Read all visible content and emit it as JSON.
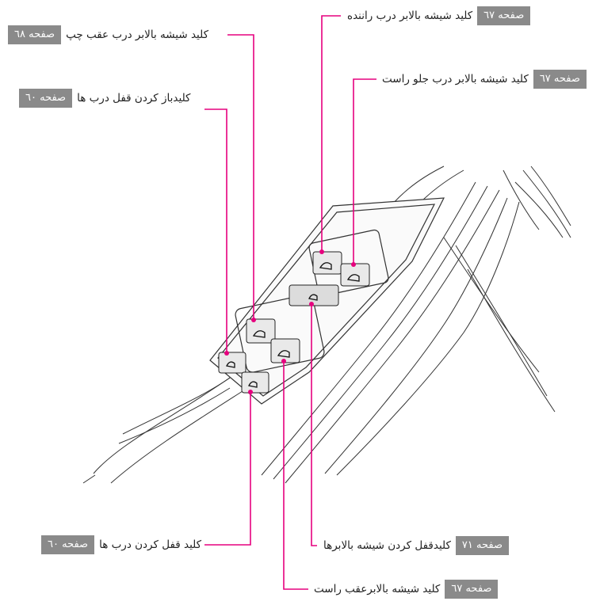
{
  "colors": {
    "accent": "#e6007e",
    "badge": "#8a8a8a",
    "line": "#333333"
  },
  "callouts": [
    {
      "label": "کلید شیشه بالابر درب راننده",
      "page": "صفحه ٦٧"
    },
    {
      "label": "کلید شیشه بالابر درب عقب چپ",
      "page": "صفحه ٦٨"
    },
    {
      "label": "کلید شیشه بالابر درب جلو راست",
      "page": "صفحه ٦٧"
    },
    {
      "label": "کلیدباز کردن قفل درب ها",
      "page": "صفحه ٦٠"
    },
    {
      "label": "کلید قفل کردن درب ها",
      "page": "صفحه ٦٠"
    },
    {
      "label": "کلیدقفل کردن شیشه بالابرها",
      "page": "صفحه ٧١"
    },
    {
      "label": "کلید شیشه بالابرعقب راست",
      "page": "صفحه ٦٧"
    }
  ]
}
